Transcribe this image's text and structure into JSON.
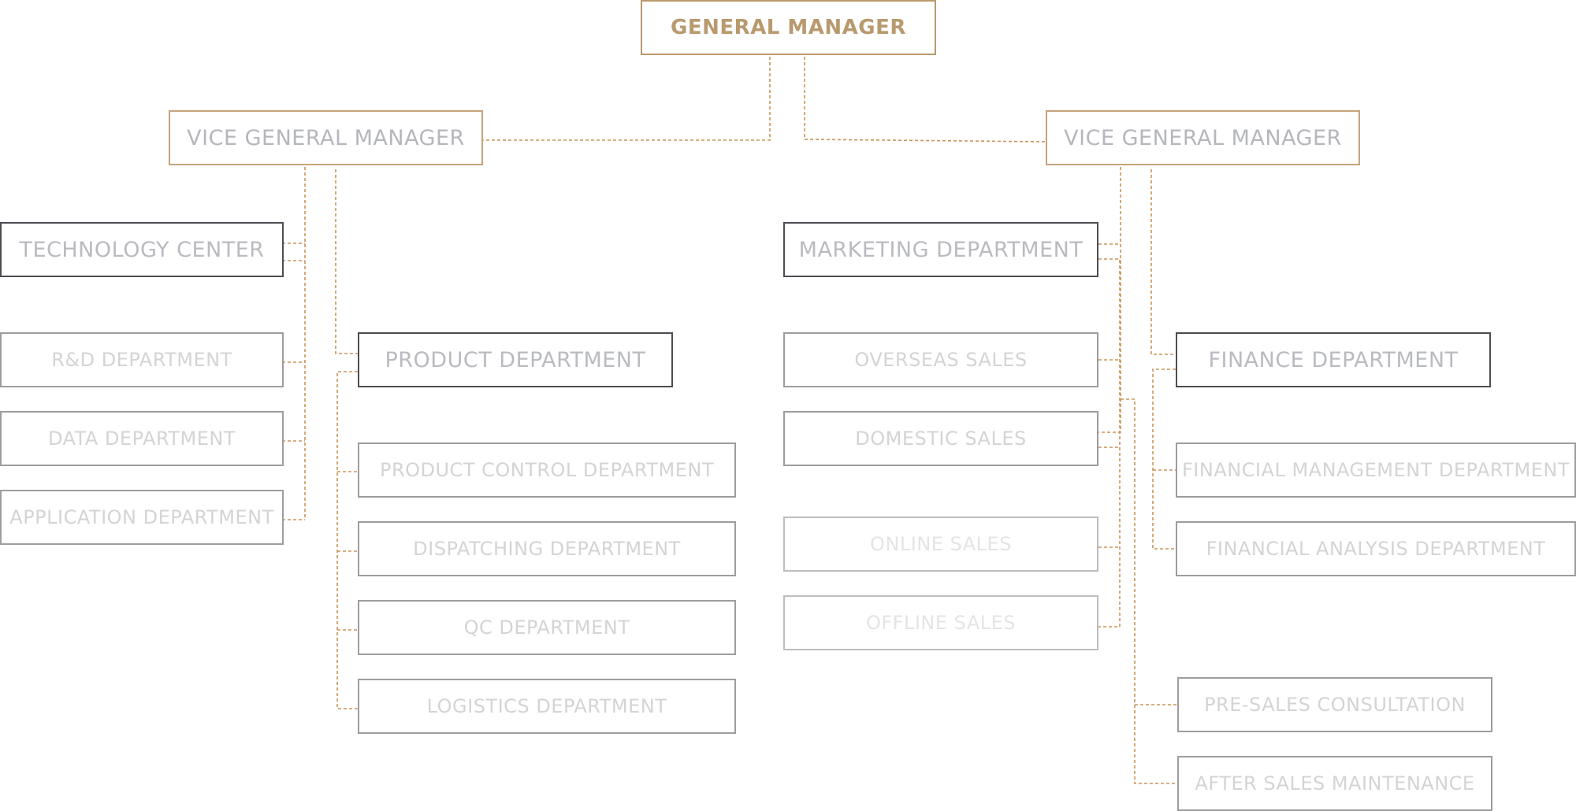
{
  "general_manager": "GENERAL MANAGER",
  "vice_left": "VICE GENERAL MANAGER",
  "vice_right": "VICE GENERAL MANAGER",
  "technology_center": "TECHNOLOGY CENTER",
  "rd_department": "R&D DEPARTMENT",
  "data_department": "DATA DEPARTMENT",
  "application_department": "APPLICATION DEPARTMENT",
  "product_department": "PRODUCT DEPARTMENT",
  "product_control_department": "PRODUCT CONTROL DEPARTMENT",
  "dispatching_department": "DISPATCHING DEPARTMENT",
  "qc_department": "QC DEPARTMENT",
  "logistics_department": "LOGISTICS DEPARTMENT",
  "marketing_department": "MARKETING DEPARTMENT",
  "overseas_sales": "OVERSEAS SALES",
  "domestic_sales": "DOMESTIC SALES",
  "online_sales": "ONLINE SALES",
  "offline_sales": "OFFLINE SALES",
  "pre_sales_consultation": "PRE-SALES CONSULTATION",
  "after_sales_maintenance": "AFTER SALES MAINTENANCE",
  "finance_department": "FINANCE DEPARTMENT",
  "financial_management_department": "FINANCIAL MANAGEMENT DEPARTMENT",
  "financial_analysis_department": "FINANCIAL ANALYSIS DEPARTMENT",
  "colors": {
    "connector": "#c8955a",
    "gold_border": "#c4a47a",
    "gold_text": "#b89a6e",
    "dark_border": "#4b4d52",
    "gray_border": "#9d9d9d"
  }
}
